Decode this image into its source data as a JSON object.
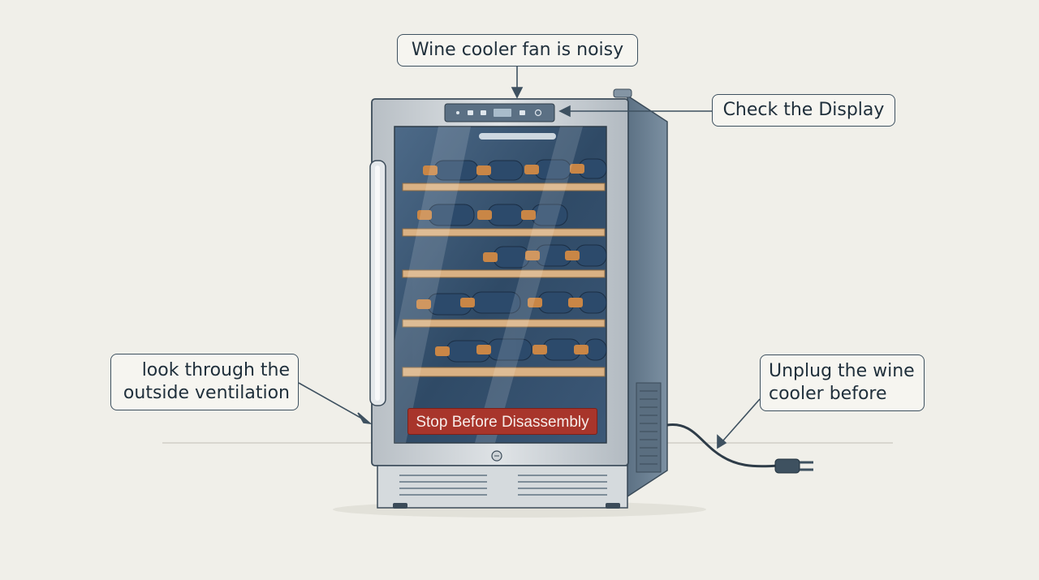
{
  "callouts": {
    "title": "Wine cooler fan is noisy",
    "display": "Check the Display",
    "ventilation": [
      "look through the",
      "outside ventilation"
    ],
    "unplug": [
      "Unplug the wine",
      "cooler before"
    ]
  },
  "warning_label": "Stop Before Disassembly",
  "colors": {
    "background": "#f0efe9",
    "callout_border": "#3e5160",
    "warning": "#a8352b",
    "cabinet": "#6d8193",
    "frame": "#c9ced2",
    "glass": "#2f4a66",
    "shelf": "#d9b184",
    "bottle": "#2c4a6b",
    "cork": "#c98646"
  },
  "icons": [
    "display-panel-icon",
    "power-plug-icon",
    "wine-bottle-icon",
    "door-lock-icon"
  ]
}
